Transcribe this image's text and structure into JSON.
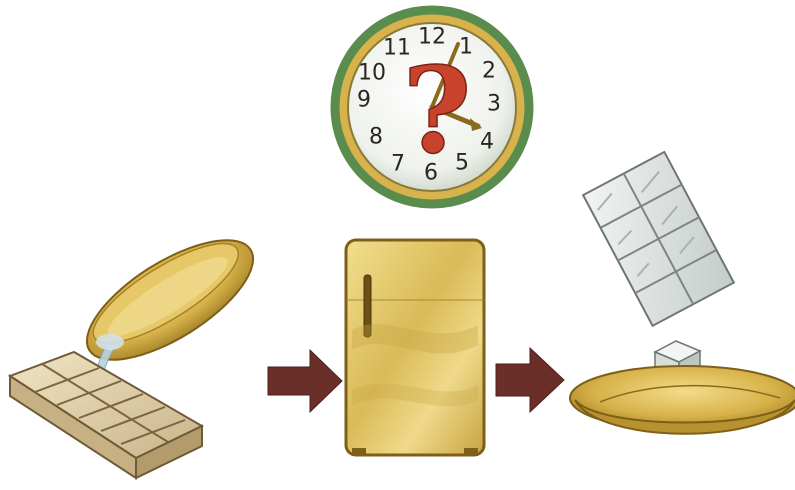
{
  "clock": {
    "numerals": [
      "12",
      "1",
      "2",
      "3",
      "4",
      "5",
      "6",
      "7",
      "8",
      "9",
      "10",
      "11"
    ],
    "center_symbol": "?"
  },
  "steps": [
    {
      "name": "pour-water-into-ice-tray"
    },
    {
      "name": "refrigerator"
    },
    {
      "name": "frozen-ice-cubes"
    }
  ],
  "colors": {
    "gold": "#d8b24a",
    "gold_dark": "#9c7a22",
    "arrow": "#6b2f2a",
    "clock_rim": "#5a8c4e",
    "question_mark": "#c9432c",
    "ice": "#dfe4e2"
  }
}
